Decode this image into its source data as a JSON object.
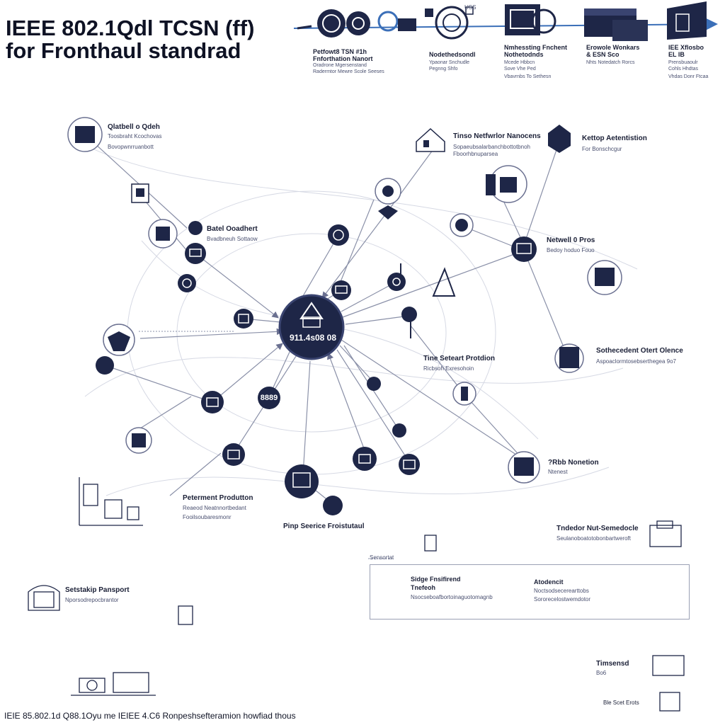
{
  "title": {
    "line1": "IEEE 802.1Qdl TCSN (ff)",
    "line2": "for Fronthaul standrad"
  },
  "pipeline": {
    "top_flag": "USS",
    "stages": [
      {
        "label": "Petfowt8 TSN #1h",
        "label2": "Fnforthation Nanort",
        "sub1": "Oradrone Mgersenstand",
        "sub2": "Radermtor Mewre Scole Seeses"
      },
      {
        "label": "Nodethedsondl",
        "label2": "",
        "sub1": "Ypaonar Snchudle",
        "sub2": "Pegnng Shfo"
      },
      {
        "label": "Nmhessting Fnchent",
        "label2": "Nothetodnds",
        "sub1": "Mcede Hbbcn",
        "sub2": "Sove Vhe Ped",
        "sub3": "Vbavrnbs To Sethesn"
      },
      {
        "label": "Erowole Wonkars",
        "label2": "& ESN Sco",
        "sub1": "Nhts Notedatch Rorcs",
        "sub2": ""
      },
      {
        "label": "IEE Xflosbo",
        "label2": "EL IB",
        "sub1": "Prensbuaoulr",
        "sub2": "Cohls Hhdtas",
        "sub3": "Vhdas Donr Ftcaa"
      }
    ]
  },
  "labels": {
    "top_left": {
      "title": "Qlatbell o Qdeh",
      "sub1": "Toosbraht Kcochovas",
      "sub2": "Bovopwnrruanbott"
    },
    "top_mid": {
      "title": "Tinso Netfwrlor Nanocens",
      "sub1": "Sopaeubsalarbanchbottotbnoh",
      "sub2": "Fboorhbnuparsea"
    },
    "top_right": {
      "title": "Kettop Aetentistion",
      "sub1": "For Bonschcgur"
    },
    "batel": {
      "title": "Batel Ooadhert",
      "sub1": "Bvadbneuh Sottaow"
    },
    "netwell": {
      "title": "Netwell 0 Pros",
      "sub1": "Bedoy hoduo Fouo"
    },
    "tine": {
      "title": "Tine Seteart Protdion",
      "sub1": "Ricbsoh Exresohoin"
    },
    "sothe": {
      "title": "Sothecedent Otert Olence",
      "sub1": "Aspoaclormtosebserthegea 9o7"
    },
    "rbb": {
      "title": "?Rbb Nonetion",
      "sub1": "Ntenest"
    },
    "peterment": {
      "title": "Peterment Produtton",
      "sub1": "Reaeod Neatnnortbedant",
      "sub2": "Fooilsoubaresmonr"
    },
    "pinp": {
      "title": "Pinp Seerice Froistutaul"
    },
    "tndedor": {
      "title": "Tndedor Nut-Semedocle",
      "sub1": "Seulanoboatotobonbartweroft"
    },
    "setstakip": {
      "title": "Setstakip Pansport",
      "sub1": "Nporsodrepocbrantor"
    },
    "timsensd": {
      "title": "Timsensd",
      "sub1": "Bo6"
    },
    "bottom_right": {
      "title": "Ble Scet Erots"
    },
    "panel_tag": "Sensortat",
    "panel_left": {
      "title": "Sidge Fnsifirend",
      "title2": "Tnefeoh",
      "sub1": "Nsocseboafbortoinaguotomagnb"
    },
    "panel_right": {
      "title": "Atodencit",
      "sub1": "Noctsodsecerearttobs",
      "sub2": "Sororecelostwemdotor"
    }
  },
  "hub": {
    "text": "911.4s08 08"
  },
  "node_8888": "8889",
  "footer": "IEIE  85.802.1d Q88.1Oyu  me IEIEE  4.C6 Ronpeshsefteramion  howfiad thous",
  "colors": {
    "navy": "#1e2647",
    "line": "#8a90a8",
    "accent": "#3b6fb8"
  }
}
